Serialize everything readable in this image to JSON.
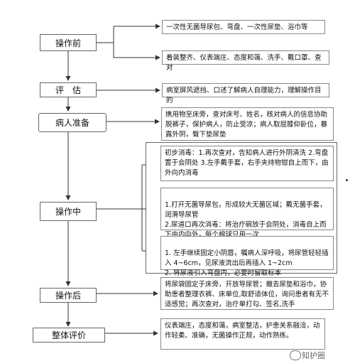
{
  "nodes": {
    "before": "操作前",
    "assess": "评　估",
    "prep": "病人准备",
    "during": "操作中",
    "after": "操作后",
    "overall": "整体评价"
  },
  "details": {
    "before_1": "一次性无菌导尿包、弯盘、一次性尿垫、浴巾等",
    "before_2": "着装整齐、仪表端庄、态度和蔼、洗手、戴口罩、查对",
    "assess_1": "病室屏风遮挡、口述了解病人自理能力，理解操作目的",
    "prep_1": "携用物至床旁，查对床号、姓名，核对病人的信息协助脱裤子，保护病人，防止受凉；病人取屈膝仰卧位，暴露外阴，臀下垫尿垫",
    "during_1": "初步消毒：1.再次查对，告知病人进行外阴清洗 2.弯盘置于会阴处 3.左手戴手套，右手夹持物钳自上而下，由外向内消毒",
    "during_2": "1.打开无菌导尿包，形成较大无菌区域；戴无菌手套，润滑导尿管\n2.尿道口再次消毒：将治疗碗放于会阴处，消毒自上而下由内向外，每个棉球只用一次",
    "during_3": "1. 左手继续固定小阴唇，嘱病人深呼吸，将尿管轻轻插入 4~6cm，见尿液流出后再插入 1~2cm\n2. 将尿液引入弯盘内，必要时留取标本",
    "after_1": "将尿袋固定于床旁，开放导尿管；撤去尿垫和浴巾，协助患者整理衣裤、床单位,取舒适体位，询问患者有无不适感觉；再次查对，治疗单打勾、签名,洗手",
    "overall_1": "仪表端庄，态度和蔼，病室整洁，护患关系融洽，动作轻柔、准确，无菌操作正规，动作熟练。"
  },
  "watermark": "知护圈"
}
